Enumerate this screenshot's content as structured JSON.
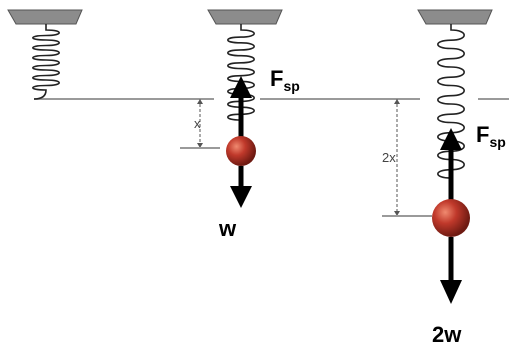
{
  "labels": {
    "spring_force_main": "F",
    "spring_force_sub": "sp",
    "weight_1": "w",
    "weight_2": "2w",
    "stretch_1": "x",
    "stretch_2": "2x"
  },
  "colors": {
    "ceiling": "#8c8c8c",
    "spring": "#222222",
    "ball": "#c0392b",
    "ball_highlight": "#e8735f",
    "arrow": "#000000",
    "equilibrium_line": "#9a9a9a",
    "dimension": "#555555"
  }
}
